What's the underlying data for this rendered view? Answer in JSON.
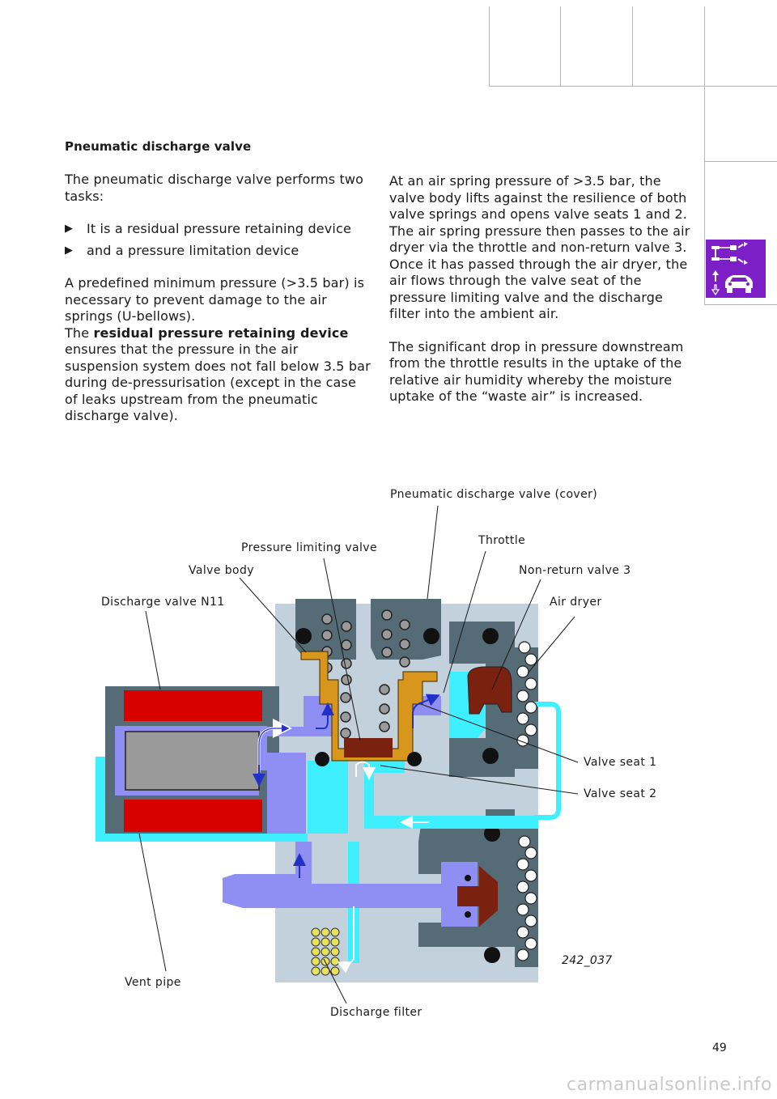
{
  "heading": "Pneumatic discharge valve",
  "col1": {
    "intro": "The pneumatic discharge valve performs two tasks:",
    "bullets": [
      "It is a residual pressure retaining device",
      "and a pressure limitation device"
    ],
    "para1": "A predefined minimum pressure (>3.5 bar) is necessary to prevent damage to the air springs (U-bellows).",
    "para2_pre": "The ",
    "para2_bold": "residual pressure retaining device",
    "para2_post": " ensures that the pressure in the air suspension system does not fall below 3.5 bar during de-pressurisation (except in the case of leaks upstream from the pneumatic discharge valve)."
  },
  "col2": {
    "para1": "At an air spring pressure of >3.5 bar, the valve body lifts against the resilience of both valve springs and opens valve seats 1 and 2. The air spring pressure then passes to the air dryer via the throttle and non-return valve 3. Once it has passed through the air dryer, the air flows through the valve seat of the pressure limiting valve and the discharge filter into the ambient air.",
    "para2": "The significant drop in pressure downstream from the throttle results in the uptake of the relative air humidity whereby the moisture uptake of the “waste air” is increased."
  },
  "labels": {
    "cover": "Pneumatic discharge valve (cover)",
    "throttle": "Throttle",
    "pressure_limiting": "Pressure limiting valve",
    "valve_body": "Valve body",
    "non_return": "Non-return valve 3",
    "discharge_valve": "Discharge valve N11",
    "air_dryer": "Air dryer",
    "seat1": "Valve seat 1",
    "seat2": "Valve seat 2",
    "vent_pipe": "Vent pipe",
    "discharge_filter": "Discharge filter"
  },
  "figure_number": "242_037",
  "page_number": "49",
  "watermark": "carmanualsonline.info",
  "colors": {
    "accent_purple": "#7d1fc7",
    "housing": "#c2d1db",
    "dark_body": "#556b75",
    "coil_red": "#d90000",
    "cyan_air": "#3ef0ff",
    "lavender_air": "#8f8ff3",
    "valve_orange": "#d9961c",
    "valve_brown": "#7a2110",
    "filter_yellow": "#e8e25a"
  },
  "icons": [
    "suspension-icon",
    "car-lift-icon"
  ]
}
